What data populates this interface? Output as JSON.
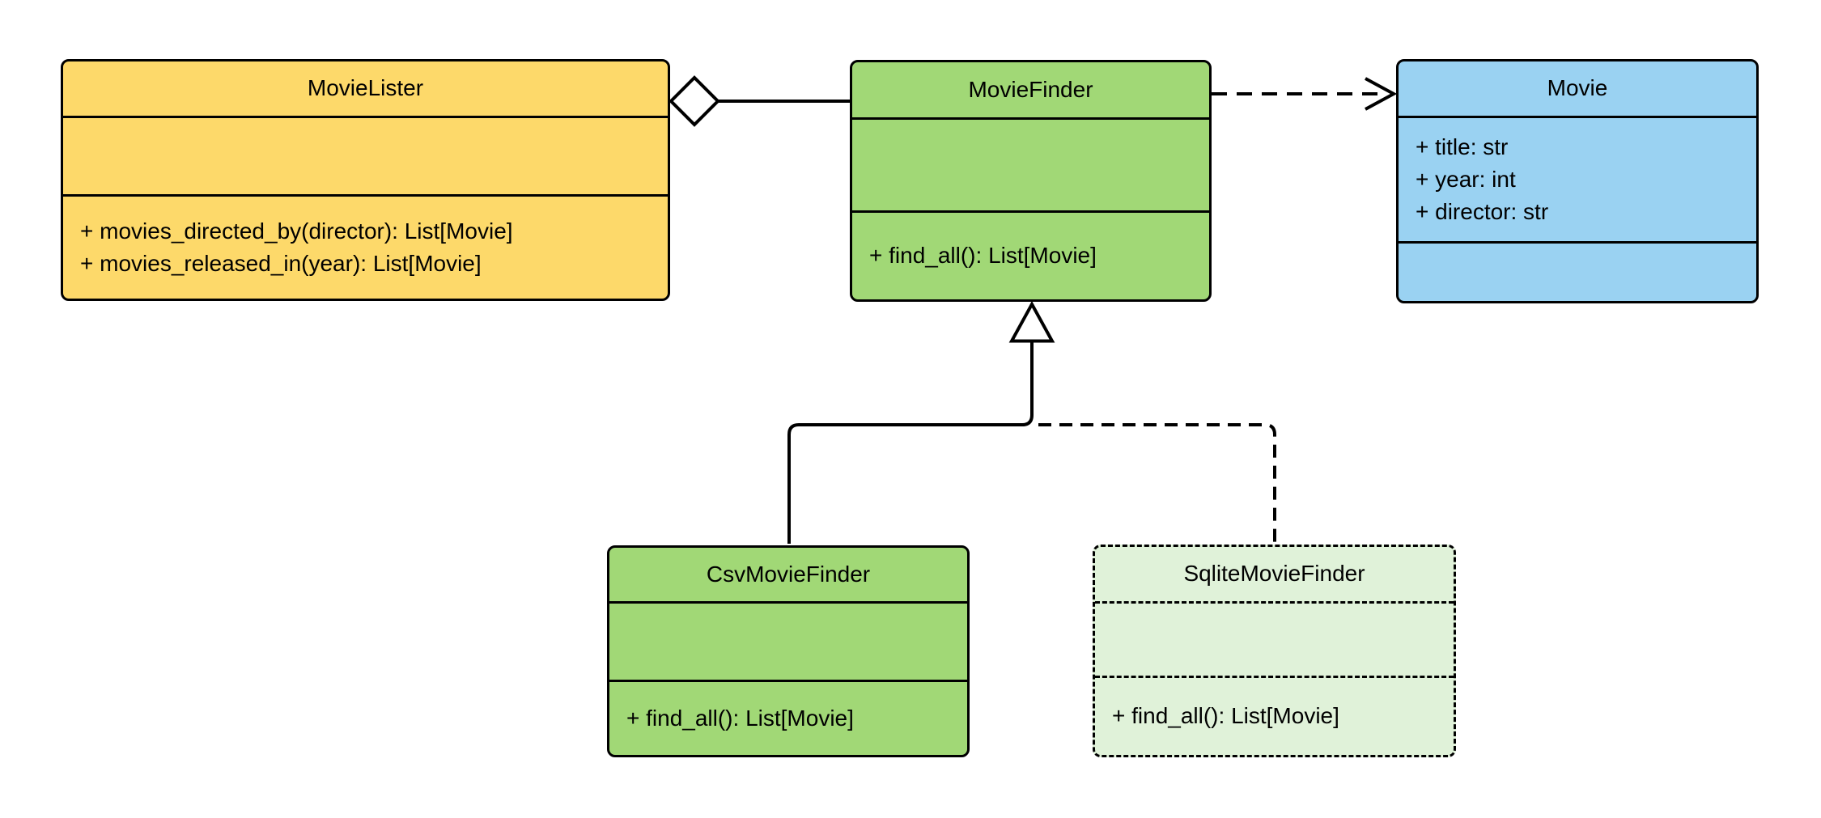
{
  "diagram": {
    "type": "uml-class-diagram",
    "colors": {
      "movielister_fill": "#FDD96A",
      "moviefinder_fill": "#A1D876",
      "movie_fill": "#9AD2F2",
      "sqlitemoviefinder_fill": "#E0F2D9",
      "stroke": "#000000",
      "background": "#FFFFFF"
    },
    "classes": [
      {
        "name": "MovieLister",
        "attributes": [],
        "methods": [
          "+ movies_directed_by(director): List[Movie]",
          "+ movies_released_in(year): List[Movie]"
        ],
        "border_style": "solid"
      },
      {
        "name": "MovieFinder",
        "attributes": [],
        "methods": [
          "+ find_all(): List[Movie]"
        ],
        "border_style": "solid"
      },
      {
        "name": "Movie",
        "attributes": [
          "+ title: str",
          "+ year: int",
          "+ director: str"
        ],
        "methods": [],
        "border_style": "solid"
      },
      {
        "name": "CsvMovieFinder",
        "attributes": [],
        "methods": [
          "+ find_all(): List[Movie]"
        ],
        "border_style": "solid"
      },
      {
        "name": "SqliteMovieFinder",
        "attributes": [],
        "methods": [
          "+ find_all(): List[Movie]"
        ],
        "border_style": "dashed"
      }
    ],
    "relationships": [
      {
        "type": "aggregation",
        "owner": "MovieLister",
        "part": "MovieFinder",
        "line": "solid",
        "marker": "hollow-diamond"
      },
      {
        "type": "dependency",
        "from": "MovieFinder",
        "to": "Movie",
        "line": "dashed",
        "marker": "open-arrow"
      },
      {
        "type": "generalization",
        "child": "CsvMovieFinder",
        "parent": "MovieFinder",
        "line": "solid",
        "marker": "hollow-triangle"
      },
      {
        "type": "generalization",
        "child": "SqliteMovieFinder",
        "parent": "MovieFinder",
        "line": "dashed",
        "marker": "hollow-triangle"
      }
    ]
  }
}
